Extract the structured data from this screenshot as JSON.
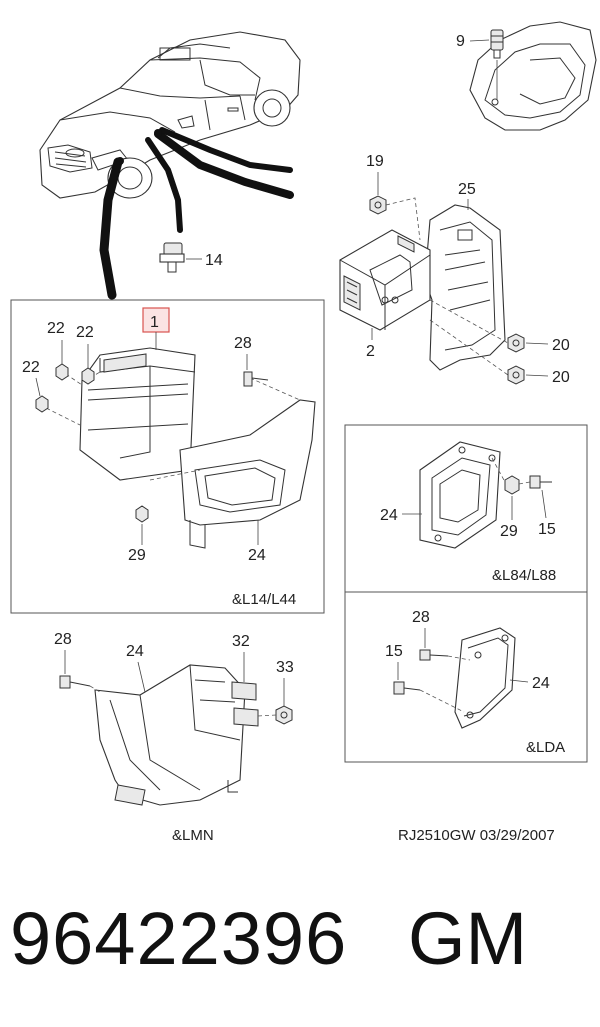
{
  "diagram": {
    "callouts": {
      "c9": "9",
      "c19": "19",
      "c25": "25",
      "c14": "14",
      "c2": "2",
      "c20a": "20",
      "c20b": "20",
      "c1": "1",
      "c22a": "22",
      "c22b": "22",
      "c22c": "22",
      "c28a": "28",
      "c29a": "29",
      "c24a": "24",
      "c24b": "24",
      "c29b": "29",
      "c15a": "15",
      "c28b": "28",
      "c15b": "15",
      "c24c": "24",
      "c28c": "28",
      "c24d": "24",
      "c32": "32",
      "c33": "33"
    },
    "section_labels": {
      "l14_l44": "&L14/L44",
      "l84_l88": "&L84/L88",
      "lda": "&LDA",
      "lmn": "&LMN"
    },
    "reference": "RJ2510GW  03/29/2007",
    "highlight_color": "#d9534f",
    "highlight_fill": "#fbe3e3"
  },
  "footer": {
    "part_number": "96422396",
    "brand": "GM"
  }
}
